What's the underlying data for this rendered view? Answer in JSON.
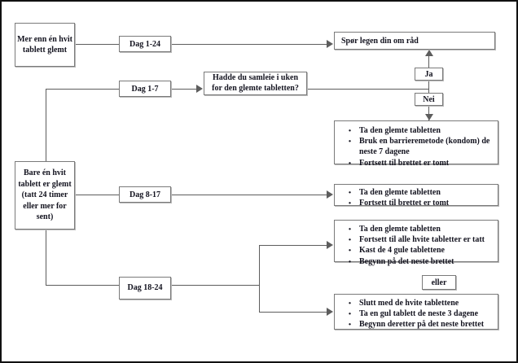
{
  "diagram": {
    "title": "Glemt tablett flytskjema",
    "language": "no",
    "colors": {
      "background": "#ffffff",
      "outer_border": "#111111",
      "box_border": "#7a7a7a",
      "line": "#5d5d5d",
      "text": "#13131f"
    }
  },
  "nodes": {
    "start_more_than_one": "Mer enn én hvit tablett glemt",
    "start_only_one": "Bare én hvit tablett er glemt (tatt 24 timer eller mer for sent)",
    "question_intercourse": "Hadde du samleie i uken for den glemte tabletten?",
    "ask_doctor": "Spør legen din om råd",
    "answer_yes": "Ja",
    "answer_no": "Nei",
    "or_label": "eller"
  },
  "edge_labels": {
    "day_1_24": "Dag 1-24",
    "day_1_7": "Dag 1-7",
    "day_8_17": "Dag 8-17",
    "day_18_24": "Dag 18-24"
  },
  "outcomes": [
    {
      "id": "outcome-barrier-method",
      "items": [
        "Ta den glemte tabletten",
        "Bruk en barrieremetode (kondom) de neste 7 dagene",
        "Fortsett til brettet er tomt"
      ]
    },
    {
      "id": "outcome-continue-pack",
      "items": [
        "Ta den glemte tabletten",
        "Fortsett til brettet er tomt"
      ]
    },
    {
      "id": "outcome-skip-yellow",
      "items": [
        "Ta den glemte tabletten",
        "Fortsett til alle hvite tabletter er tatt",
        "Kast de 4 gule tablettene",
        "Begynn på det neste brettet"
      ]
    },
    {
      "id": "outcome-stop-white",
      "items": [
        "Slutt med de hvite tablettene",
        "Ta en gul tablett de neste 3 dagene",
        "Begynn deretter på det neste brettet"
      ]
    }
  ]
}
